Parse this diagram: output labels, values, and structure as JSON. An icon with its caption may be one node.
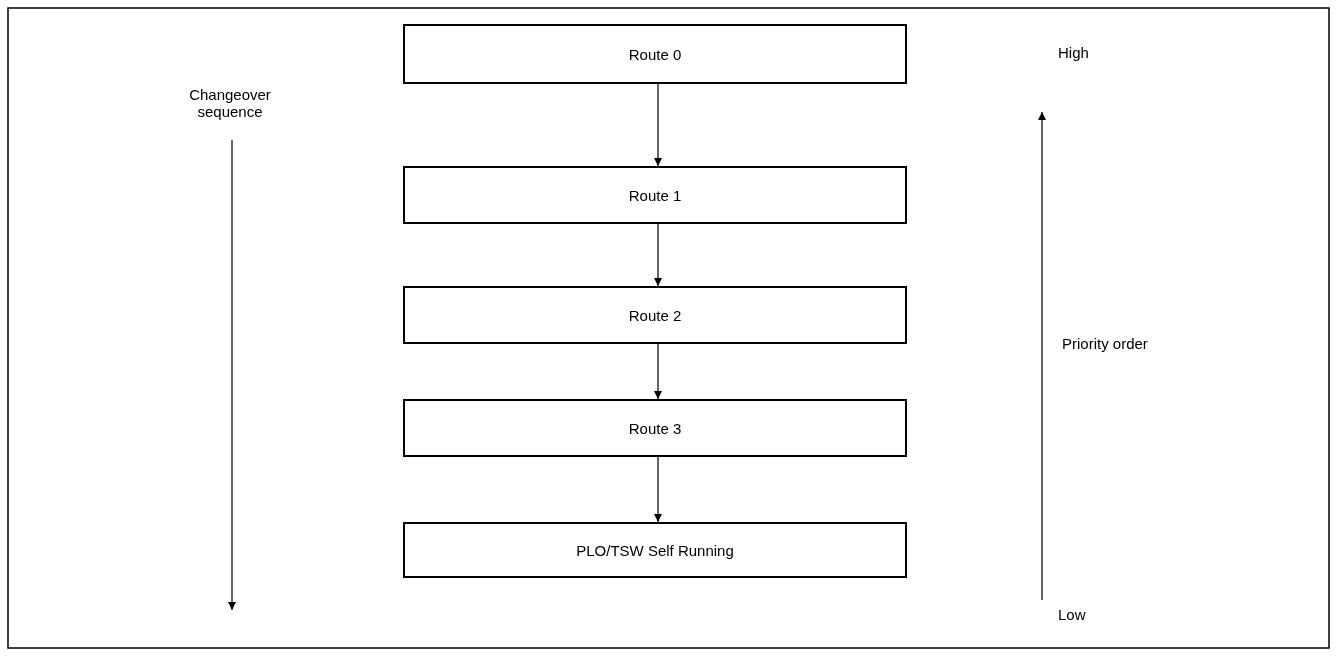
{
  "diagram": {
    "nodes": [
      {
        "text": [
          "Route 0"
        ]
      },
      {
        "text": [
          "Route 1"
        ]
      },
      {
        "text": [
          "Route 2"
        ]
      },
      {
        "text": [
          "Route 3"
        ]
      },
      {
        "text": [
          "PLO/TSW Self Running"
        ]
      }
    ],
    "edges": [
      {
        "from": 0,
        "to": 1,
        "arrow": "to"
      },
      {
        "from": 1,
        "to": 2,
        "arrow": "to"
      },
      {
        "from": 2,
        "to": 3,
        "arrow": "to"
      },
      {
        "from": 3,
        "to": 4,
        "arrow": "to"
      }
    ],
    "labels": [
      "Changeover sequence",
      "High",
      "Priority order",
      "Low"
    ]
  }
}
